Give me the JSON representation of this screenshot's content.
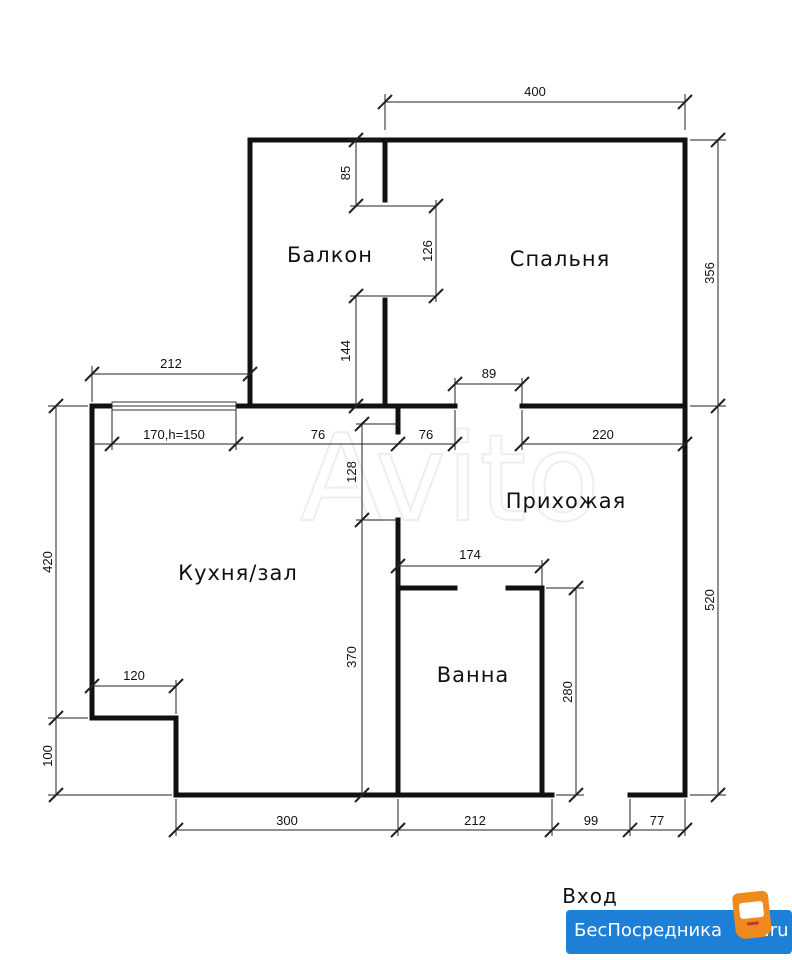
{
  "rooms": {
    "balcony": "Балкон",
    "bedroom": "Спальня",
    "hallway": "Прихожая",
    "kitchen": "Кухня/зал",
    "bath": "Ванна"
  },
  "entrance": "Вход",
  "dims": {
    "top_width": "400",
    "right_upper": "356",
    "right_lower": "520",
    "left_upper": "420",
    "left_lower": "100",
    "balcony_wall_top": "85",
    "balcony_door": "126",
    "balcony_wall_bottom": "144",
    "balcony_offset": "212",
    "bedroom_door": "89",
    "window": "170,h=150",
    "wall_a": "76",
    "wall_b": "76",
    "hall_wall": "220",
    "kitchen_opening": "128",
    "bath_width": "174",
    "kitchen_height": "370",
    "bath_height": "280",
    "step": "120",
    "bottom_kitchen": "300",
    "bottom_bath": "212",
    "entry_door": "99",
    "entry_right": "77"
  },
  "watermark": "Avito",
  "logo": {
    "text": "БесПосредника",
    "suffix": ".ru",
    "colors": {
      "bg": "#1e7fd6",
      "badge": "#f08a1c"
    }
  }
}
